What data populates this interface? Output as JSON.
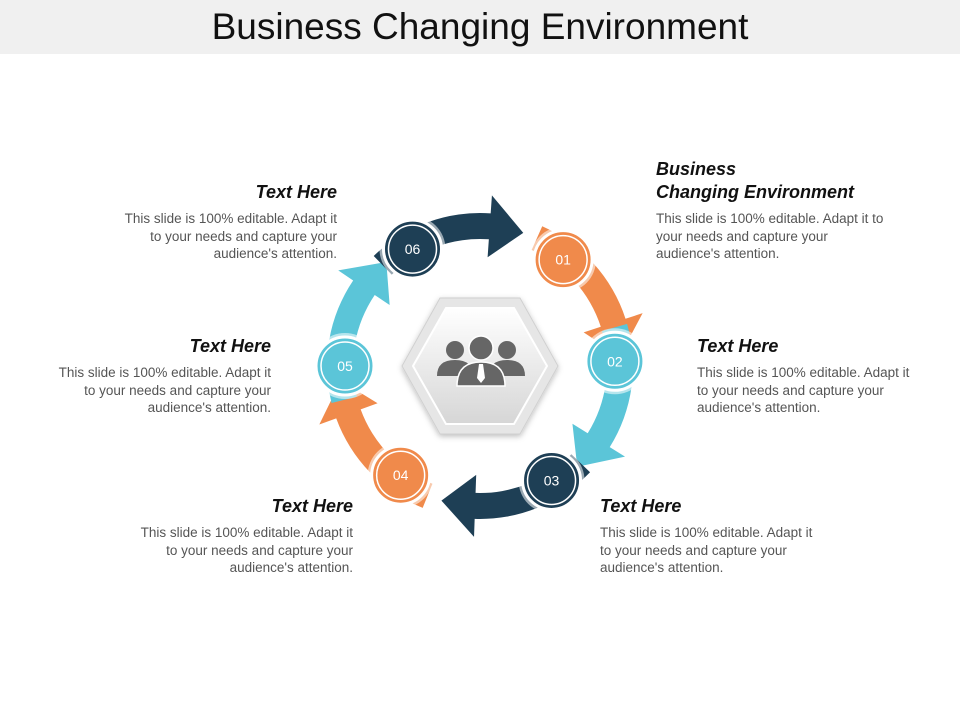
{
  "title": "Business Changing Environment",
  "center_icon": "people-group-icon",
  "colors": {
    "orange": "#f08a4b",
    "cyan": "#5bc5d8",
    "navy": "#1e3f55"
  },
  "steps": [
    {
      "number": "01",
      "color": "#f08a4b"
    },
    {
      "number": "02",
      "color": "#5bc5d8"
    },
    {
      "number": "03",
      "color": "#1e3f55"
    },
    {
      "number": "04",
      "color": "#f08a4b"
    },
    {
      "number": "05",
      "color": "#5bc5d8"
    },
    {
      "number": "06",
      "color": "#1e3f55"
    }
  ],
  "blocks": [
    {
      "heading": "Business\nChanging Environment",
      "body": "This slide is 100% editable. Adapt it to your needs and capture your audience's attention."
    },
    {
      "heading": "Text Here",
      "body": "This slide is 100% editable. Adapt it to your needs and capture your audience's attention."
    },
    {
      "heading": "Text Here",
      "body": "This slide is 100% editable. Adapt it to your needs and capture your audience's attention."
    },
    {
      "heading": "Text Here",
      "body": "This slide is 100% editable. Adapt it to your needs and capture your audience's attention."
    },
    {
      "heading": "Text Here",
      "body": "This slide is 100% editable. Adapt it to your needs and capture your audience's attention."
    },
    {
      "heading": "Text Here",
      "body": "This slide is 100% editable. Adapt it to your needs and capture your audience's attention."
    }
  ]
}
